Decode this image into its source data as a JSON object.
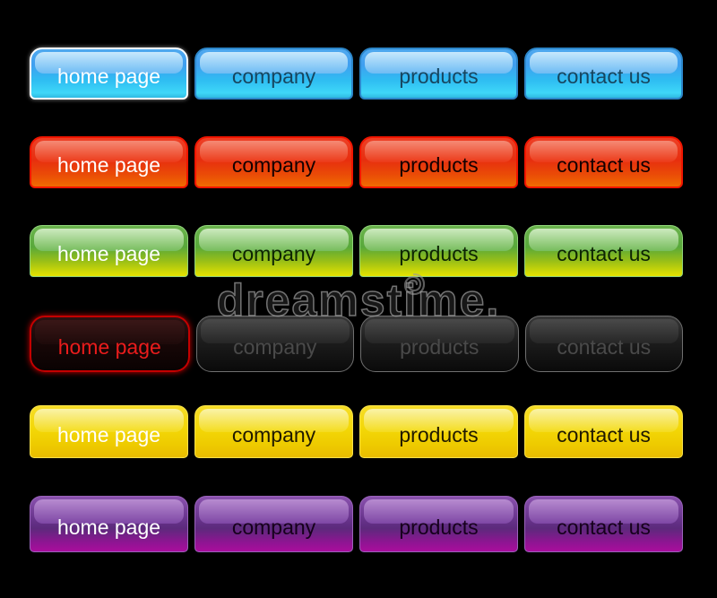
{
  "canvas": {
    "background": "#000000"
  },
  "watermark": {
    "text": "dreamstime.",
    "logo_icon": "spiral-icon",
    "color": "#a0a0a0"
  },
  "rows": [
    {
      "theme": "blue",
      "accent": "#35c6f3",
      "buttons": [
        {
          "label": "home page",
          "active": true
        },
        {
          "label": "company",
          "active": false
        },
        {
          "label": "products",
          "active": false
        },
        {
          "label": "contact us",
          "active": false
        }
      ]
    },
    {
      "theme": "red",
      "accent": "#e9300f",
      "buttons": [
        {
          "label": "home page",
          "active": true
        },
        {
          "label": "company",
          "active": false
        },
        {
          "label": "products",
          "active": false
        },
        {
          "label": "contact us",
          "active": false
        }
      ]
    },
    {
      "theme": "green",
      "accent": "#63ad42",
      "buttons": [
        {
          "label": "home page",
          "active": true
        },
        {
          "label": "company",
          "active": false
        },
        {
          "label": "products",
          "active": false
        },
        {
          "label": "contact us",
          "active": false
        }
      ]
    },
    {
      "theme": "black",
      "accent": "#1a1a1a",
      "buttons": [
        {
          "label": "home page",
          "active": true
        },
        {
          "label": "company",
          "active": false
        },
        {
          "label": "products",
          "active": false
        },
        {
          "label": "contact us",
          "active": false
        }
      ]
    },
    {
      "theme": "yellow",
      "accent": "#f2d403",
      "buttons": [
        {
          "label": "home page",
          "active": true
        },
        {
          "label": "company",
          "active": false
        },
        {
          "label": "products",
          "active": false
        },
        {
          "label": "contact us",
          "active": false
        }
      ]
    },
    {
      "theme": "purple",
      "accent": "#7a3f9e",
      "buttons": [
        {
          "label": "home page",
          "active": true
        },
        {
          "label": "company",
          "active": false
        },
        {
          "label": "products",
          "active": false
        },
        {
          "label": "contact us",
          "active": false
        }
      ]
    }
  ]
}
